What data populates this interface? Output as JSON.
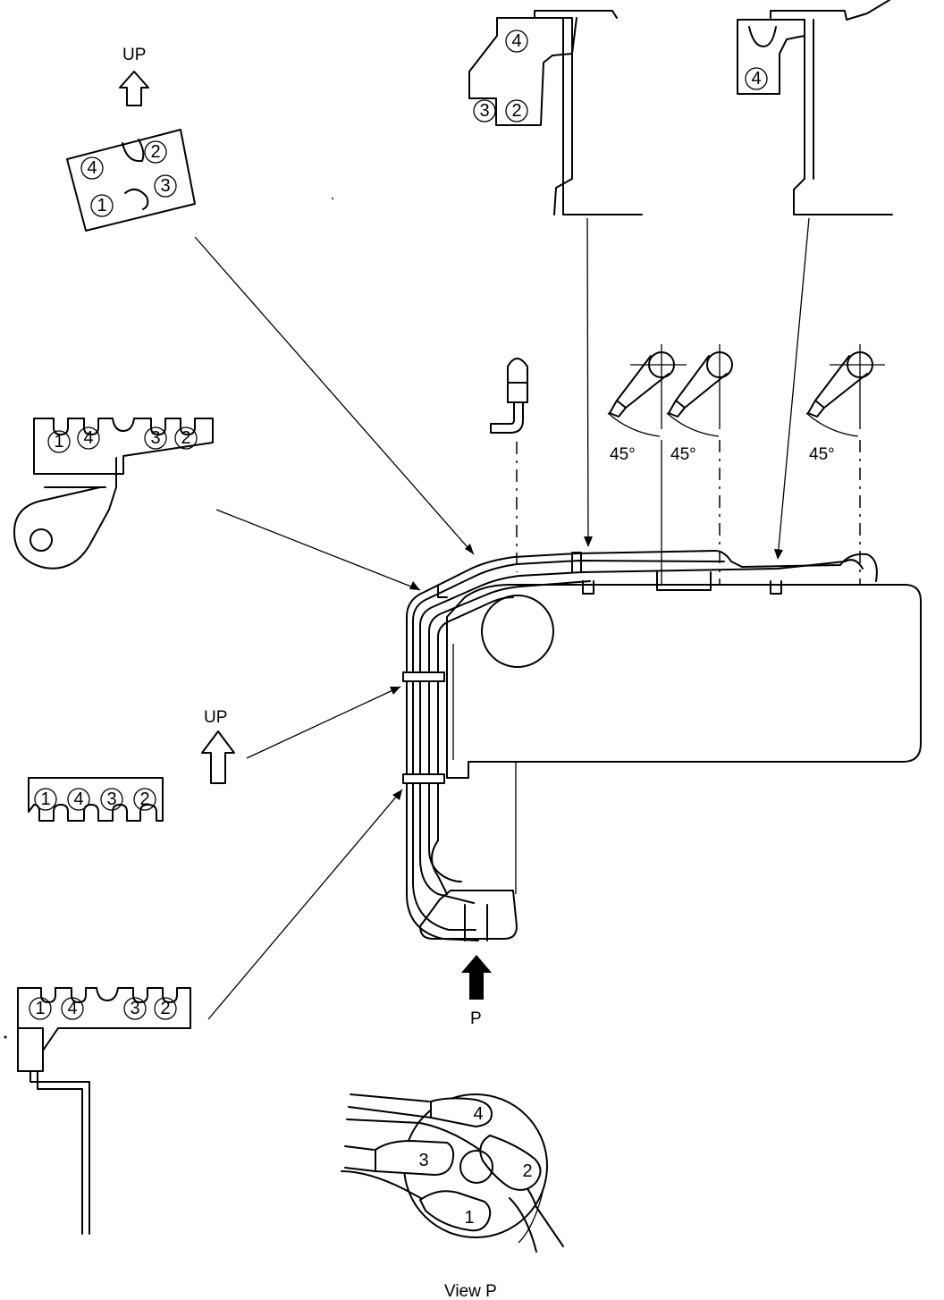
{
  "labels": {
    "up_top": "UP",
    "up_mid": "UP",
    "angle_1": "45°",
    "angle_2": "45°",
    "angle_3": "45°",
    "view_arrow": "P",
    "view_caption": "View P"
  },
  "clamp_numbers": {
    "top_left": [
      "4",
      "2",
      "1",
      "3"
    ],
    "bracket_a": [
      "1",
      "4",
      "3",
      "2"
    ],
    "comb_c": [
      "1",
      "4",
      "3",
      "2"
    ],
    "bracket_d": [
      "1",
      "4",
      "3",
      "2"
    ],
    "top_center": [
      "4",
      "3",
      "2"
    ],
    "top_right": [
      "4"
    ],
    "view_p": [
      "4",
      "3",
      "2",
      "1"
    ]
  },
  "colors": {
    "line": "#000000",
    "background": "#ffffff"
  }
}
